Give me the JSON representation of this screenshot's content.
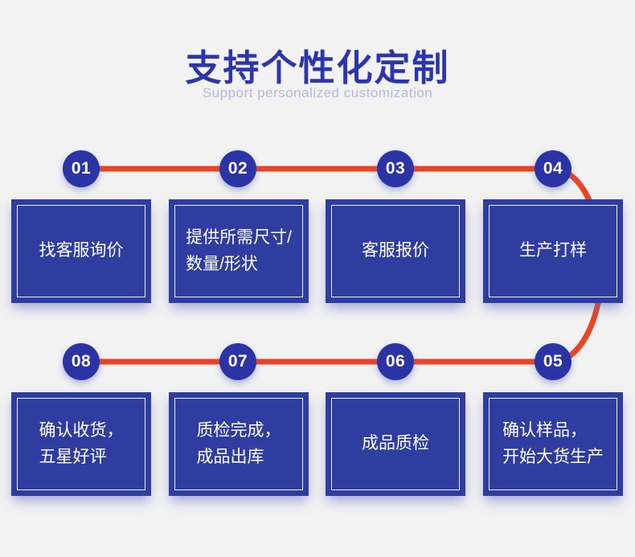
{
  "header": {
    "title": "支持个性化定制",
    "subtitle": "Support personalized customization"
  },
  "colors": {
    "title_blue": "#2b35ae",
    "subtitle_gray": "#b4b8dc",
    "box_blue": "#2f3da0",
    "circle_blue": "#2a34a4",
    "line_red": "#ea4426",
    "background": "#f2f2f3"
  },
  "steps": [
    {
      "number": "01",
      "text": "找客服询价"
    },
    {
      "number": "02",
      "text": "提供所需尺寸/\n数量/形状"
    },
    {
      "number": "03",
      "text": "客服报价"
    },
    {
      "number": "04",
      "text": "生产打样"
    },
    {
      "number": "05",
      "text": "确认样品，\n开始大货生产"
    },
    {
      "number": "06",
      "text": "成品质检"
    },
    {
      "number": "07",
      "text": "质检完成，\n成品出库"
    },
    {
      "number": "08",
      "text": "确认收货，\n五星好评"
    }
  ]
}
